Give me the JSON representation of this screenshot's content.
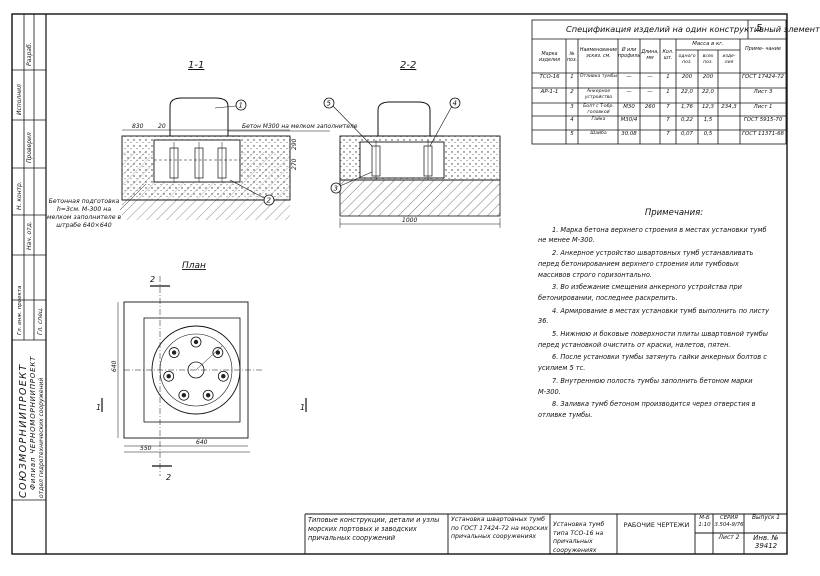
{
  "spec": {
    "title": "Спецификация изделий на один конструктивный элемент",
    "sheet_number": "5",
    "headers": {
      "mark": "Марка изделия",
      "pos": "№ поз.",
      "name": "Наименование эскиз. см.",
      "dia": "Ø или профиль",
      "length": "Длина, мм",
      "qty": "Кол. шт.",
      "mass_group": "Масса в кг.",
      "mass_one": "одного поз.",
      "mass_all": "всех поз.",
      "mass_item": "изде- лия",
      "note": "Приме- чание"
    },
    "rows": [
      {
        "mark": "ТСО-16",
        "pos": "1",
        "name": "Отливка тумбы",
        "dia": "—",
        "len": "—",
        "qty": "1",
        "one": "200",
        "all": "200",
        "item": "",
        "note": "ГОСТ 17424-72"
      },
      {
        "mark": "АР-1-1",
        "pos": "2",
        "name": "Анкерное устройство",
        "dia": "—",
        "len": "—",
        "qty": "1",
        "one": "22,0",
        "all": "22,0",
        "item": "",
        "note": "Лист 3"
      },
      {
        "mark": "",
        "pos": "3",
        "name": "Болт с T-обр. головкой",
        "dia": "М30",
        "len": "260",
        "qty": "7",
        "one": "1,76",
        "all": "12,3",
        "item": "234,3",
        "note": "Лист 1"
      },
      {
        "mark": "",
        "pos": "4",
        "name": "Гайка",
        "dia": "М30/4",
        "len": "",
        "qty": "7",
        "one": "0,22",
        "all": "1,5",
        "item": "",
        "note": "ГОСТ 5915-70"
      },
      {
        "mark": "",
        "pos": "5",
        "name": "Шайба",
        "dia": "30.08",
        "len": "",
        "qty": "7",
        "one": "0,07",
        "all": "0,5",
        "item": "",
        "note": "ГОСТ 11371-68"
      }
    ]
  },
  "notes": {
    "title": "Примечания:",
    "items": [
      "1. Марка бетона верхнего строения в местах установки тумб не менее М-300.",
      "2. Анкерное устройство швартовных тумб устанавливать перед бетонированием верхнего строения или тумбовых массивов строго горизонтально.",
      "3. Во избежание смещения анкерного устройства при бетонировании, последнее раскрепить.",
      "4. Армирование в местах установки тумб выполнить по листу 36.",
      "5. Нижнюю и боковые поверхности плиты швартовной тумбы перед установкой очистить от краски, налетов, пятен.",
      "6. После установки тумбы затянуть гайки анкерных болтов с усилием 5 тс.",
      "7. Внутреннюю полость тумбы заполнить бетоном марки М-300.",
      "8. Заливка тумб бетоном производится через отверстия в отливке тумбы."
    ]
  },
  "drawings": {
    "section_1": "1-1",
    "section_2": "2-2",
    "plan": "План",
    "concrete_note": "Бетон М300 на мелком заполнителе",
    "base_note": "Бетонная подготовка h=3см. М-300 на мелком заполнителе в штрабе 640×640",
    "dim_830": "830",
    "dim_20": "20",
    "dim_270": "270",
    "dim_290": "290",
    "dim_1000": "1000",
    "dim_640": "640",
    "dim_550": "550",
    "cut_1": "1",
    "cut_2": "2",
    "callouts": [
      "1",
      "2",
      "3",
      "4",
      "5"
    ]
  },
  "stamps": {
    "org": "СОЮЗМОРНИИПРОЕКТ",
    "branch": "Филиал ЧЕРНОМОРНИИПРОЕКТ",
    "dept": "отдел гидротехнических сооружений",
    "series_title": "Типовые конструкции, детали и узлы морских портовых и заводских причальных сооружений",
    "work_title": "Установка швартовных тумб по ГОСТ 17424-72 на морских причальных сооружениях",
    "sheet_title": "Установка тумб типа ТСО-16 на причальных сооружениях",
    "stage": "РАБОЧИЕ ЧЕРТЕЖИ",
    "scale": "М-Б 1:10",
    "series_label": "СЕРИЯ 3.504-9/76",
    "issue_label": "Выпуск 1",
    "sheet_label": "Лист 2",
    "inv": "Инв. № 39412",
    "side": [
      "Разраб.",
      "Исполнил",
      "Проверил",
      "Н. контр.",
      "Нач. отд.",
      "Гл. инж. проекта",
      "Гл. спец."
    ]
  }
}
